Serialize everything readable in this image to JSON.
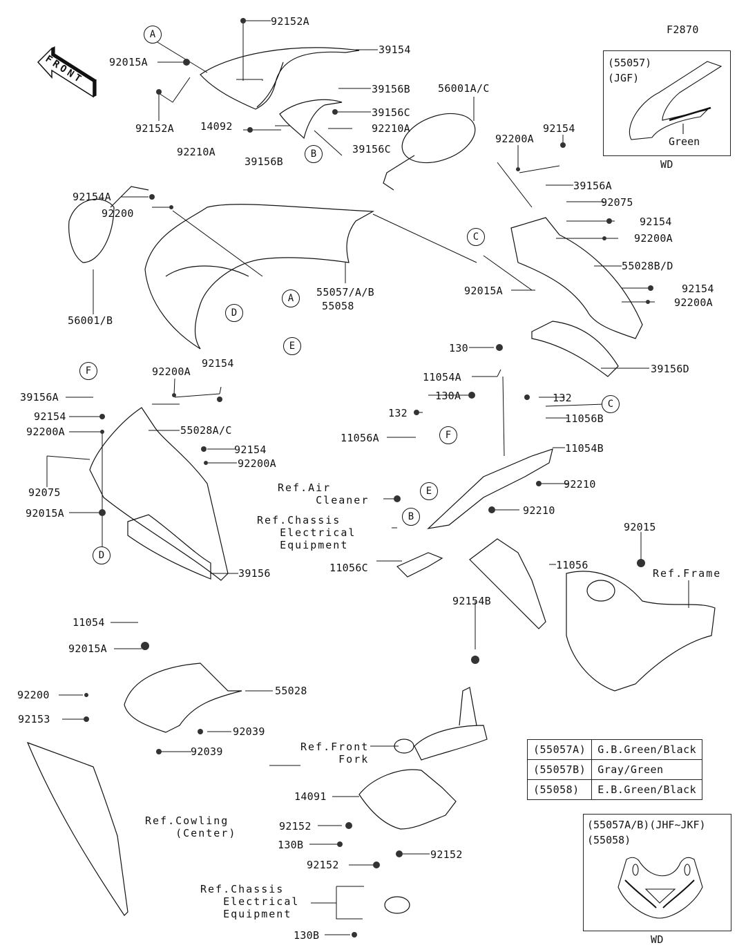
{
  "diagram_code": "F2870",
  "front_arrow": "FRONT",
  "callouts": {
    "A": "A",
    "B": "B",
    "C": "C",
    "D": "D",
    "E": "E",
    "F": "F"
  },
  "labels": {
    "p92152A_top": "92152A",
    "p39154": "39154",
    "p92015A_top": "92015A",
    "p92152A_left": "92152A",
    "p39156B_r": "39156B",
    "p39156C_a": "39156C",
    "p92210A_r": "92210A",
    "p39156C_b": "39156C",
    "p14092": "14092",
    "p92210A_l": "92210A",
    "p39156B_b": "39156B",
    "p56001AC": "56001A/C",
    "p92200A_tr": "92200A",
    "p92154_tr": "92154",
    "p92154A": "92154A",
    "p92200": "92200",
    "p56001B": "56001/B",
    "p55057AB": "55057/A/B",
    "p55058": "55058",
    "p39156A_r": "39156A",
    "p92075_r": "92075",
    "p92154_r1": "92154",
    "p92200A_r1": "92200A",
    "p55028BD": "55028B/D",
    "p92015A_r": "92015A",
    "p92154_r2": "92154",
    "p92200A_r2": "92200A",
    "p39156D": "39156D",
    "p92200A_l1": "92200A",
    "p92154_l1": "92154",
    "p39156A_l": "39156A",
    "p92154_l2": "92154",
    "p92200A_l2": "92200A",
    "p55028AC": "55028A/C",
    "p92154_l3": "92154",
    "p92200A_l3": "92200A",
    "p92075_l": "92075",
    "p92015A_l": "92015A",
    "p39156": "39156",
    "p130": "130",
    "p11054A": "11054A",
    "p130A": "130A",
    "p132_l": "132",
    "p132_r": "132",
    "p11056B": "11056B",
    "p11056A": "11056A",
    "p11054B": "11054B",
    "p92210_a": "92210",
    "p92210_b": "92210",
    "p11056C": "11056C",
    "p11056": "11056",
    "p92015": "92015",
    "p92154B": "92154B",
    "p11054": "11054",
    "p92015A_b": "92015A",
    "p55028": "55028",
    "p92200_b": "92200",
    "p92153": "92153",
    "p92039_a": "92039",
    "p92039_b": "92039",
    "p14091": "14091",
    "p92152_a": "92152",
    "p130B_a": "130B",
    "p92152_b": "92152",
    "p92152_c": "92152",
    "p130B_b": "130B"
  },
  "references": {
    "air_cleaner": "Ref.Air\n     Cleaner",
    "chassis_elec_1": "Ref.Chassis\n   Electrical\n   Equipment",
    "frame": "Ref.Frame",
    "front_fork": "Ref.Front\n     Fork",
    "cowling_center": "Ref.Cowling\n    (Center)",
    "chassis_elec_2": "Ref.Chassis\n   Electrical\n   Equipment"
  },
  "inset_top": {
    "line1": "(55057)",
    "line2": "(JGF)",
    "color_note": "Green",
    "caption": "WD"
  },
  "inset_bottom": {
    "line1": "(55057A/B)(JHF~JKF)",
    "line2": "(55058)",
    "caption": "WD"
  },
  "color_table": [
    {
      "part": "(55057A)",
      "color": "G.B.Green/Black"
    },
    {
      "part": "(55057B)",
      "color": "Gray/Green"
    },
    {
      "part": "(55058)",
      "color": "E.B.Green/Black"
    }
  ]
}
